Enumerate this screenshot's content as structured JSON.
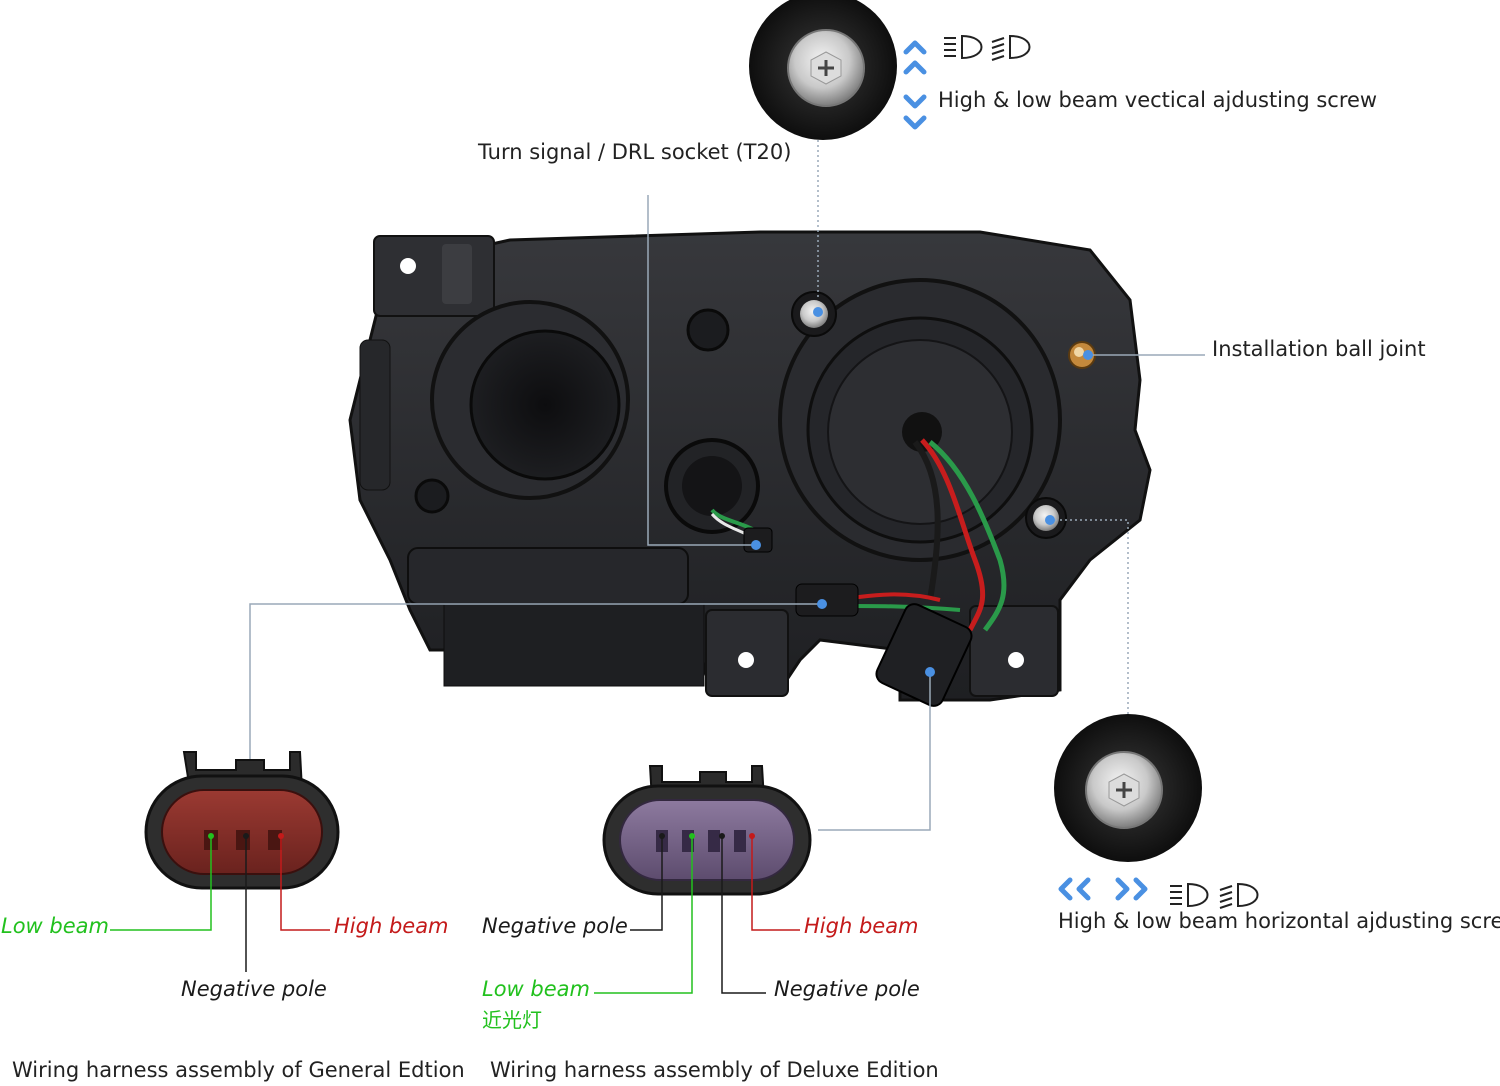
{
  "callouts": {
    "turn_signal": "Turn signal / DRL socket (T20)",
    "vertical_screw": "High & low beam vectical ajdusting screw",
    "ball_joint": "Installation ball joint",
    "horizontal_screw": "High & low beam horizontal ajdusting screw"
  },
  "general_edition": {
    "low_beam": "Low beam",
    "high_beam": "High beam",
    "negative_pole": "Negative pole",
    "caption": "Wiring harness assembly of General Edtion"
  },
  "deluxe_edition": {
    "negative_pole_left": "Negative pole",
    "high_beam": "High beam",
    "low_beam": "Low beam",
    "low_beam_cn": "近光灯",
    "negative_pole_right": "Negative pole",
    "caption": "Wiring harness assembly of Deluxe Edition"
  },
  "icons": {
    "vertical_arrows": "up-down-arrows-icon",
    "horizontal_arrows": "left-right-arrows-icon",
    "beam": "headlight-beam-icon"
  },
  "colors": {
    "accent": "#4a90e2",
    "low_beam": "#22c11e",
    "high_beam": "#c41a1a",
    "housing": "#2a2b2e"
  }
}
